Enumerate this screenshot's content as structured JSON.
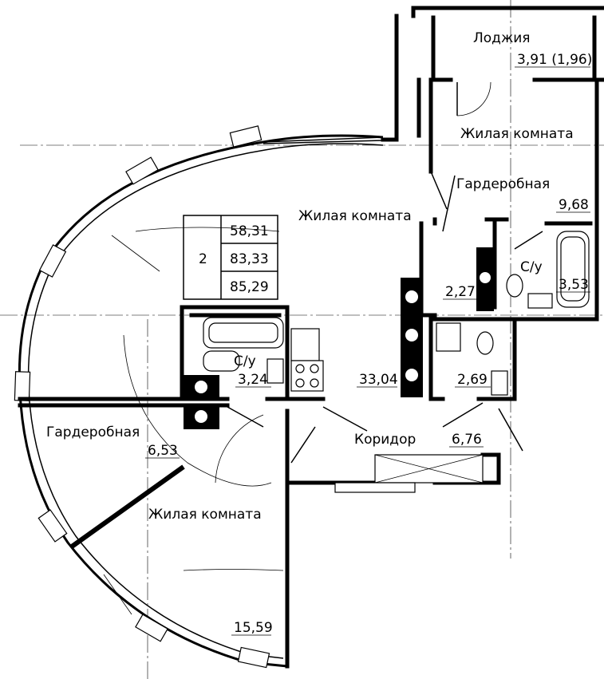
{
  "colors": {
    "line": "#000000",
    "background": "#ffffff"
  },
  "summary": {
    "rooms": "2",
    "area_living": "58,31",
    "area_total": "83,33",
    "area_with_loggia": "85,29"
  },
  "rooms": {
    "loggia": {
      "name": "Лоджия",
      "area": "3,91 (1,96)"
    },
    "living_ne": {
      "name": "Жилая комната",
      "area": "9,68"
    },
    "wardrobe_ne": {
      "name": "Гардеробная",
      "area": "2,27"
    },
    "bath_ne": {
      "name": "С/у",
      "area": "3,53"
    },
    "living_main": {
      "name": "Жилая комната",
      "area": "33,04"
    },
    "bath_center": {
      "name": "С/у",
      "area": "3,24"
    },
    "wc_small": {
      "area": "2,69"
    },
    "corridor": {
      "name": "Коридор",
      "area": "6,76"
    },
    "wardrobe_w": {
      "name": "Гардеробная",
      "area": "6,53"
    },
    "living_sw": {
      "name": "Жилая комната",
      "area": "15,59"
    }
  }
}
